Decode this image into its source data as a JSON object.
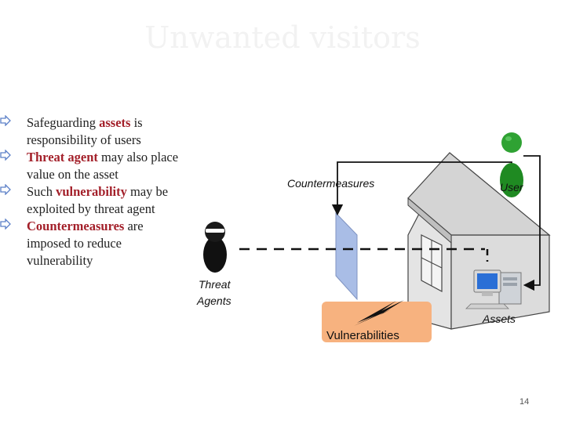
{
  "title": "Unwanted visitors",
  "bullets": [
    {
      "pre": "Safeguarding ",
      "key": "assets",
      "post": " is responsibility of users"
    },
    {
      "pre": "",
      "key": "Threat agent",
      "post": " may also place value on the asset"
    },
    {
      "pre": "Such ",
      "key": "vulnerability",
      "post": " may be exploited by threat agent"
    },
    {
      "pre": "",
      "key": "Countermeasures",
      "post": " are imposed to reduce vulnerability"
    }
  ],
  "diagram": {
    "countermeasures_label": "Countermeasures",
    "user_label": "User",
    "threat_label_line1": "Threat",
    "threat_label_line2": "Agents",
    "assets_label": "Assets",
    "vulnerabilities_label": "Vulnerabilities",
    "colors": {
      "highlight": "#a3202a",
      "user_figure": "#1f8a22",
      "threat_figure": "#111111",
      "shield": "#a9bde6",
      "vuln_box": "#f7b27f",
      "house": "#e6e6e6"
    }
  },
  "page_number": "14"
}
